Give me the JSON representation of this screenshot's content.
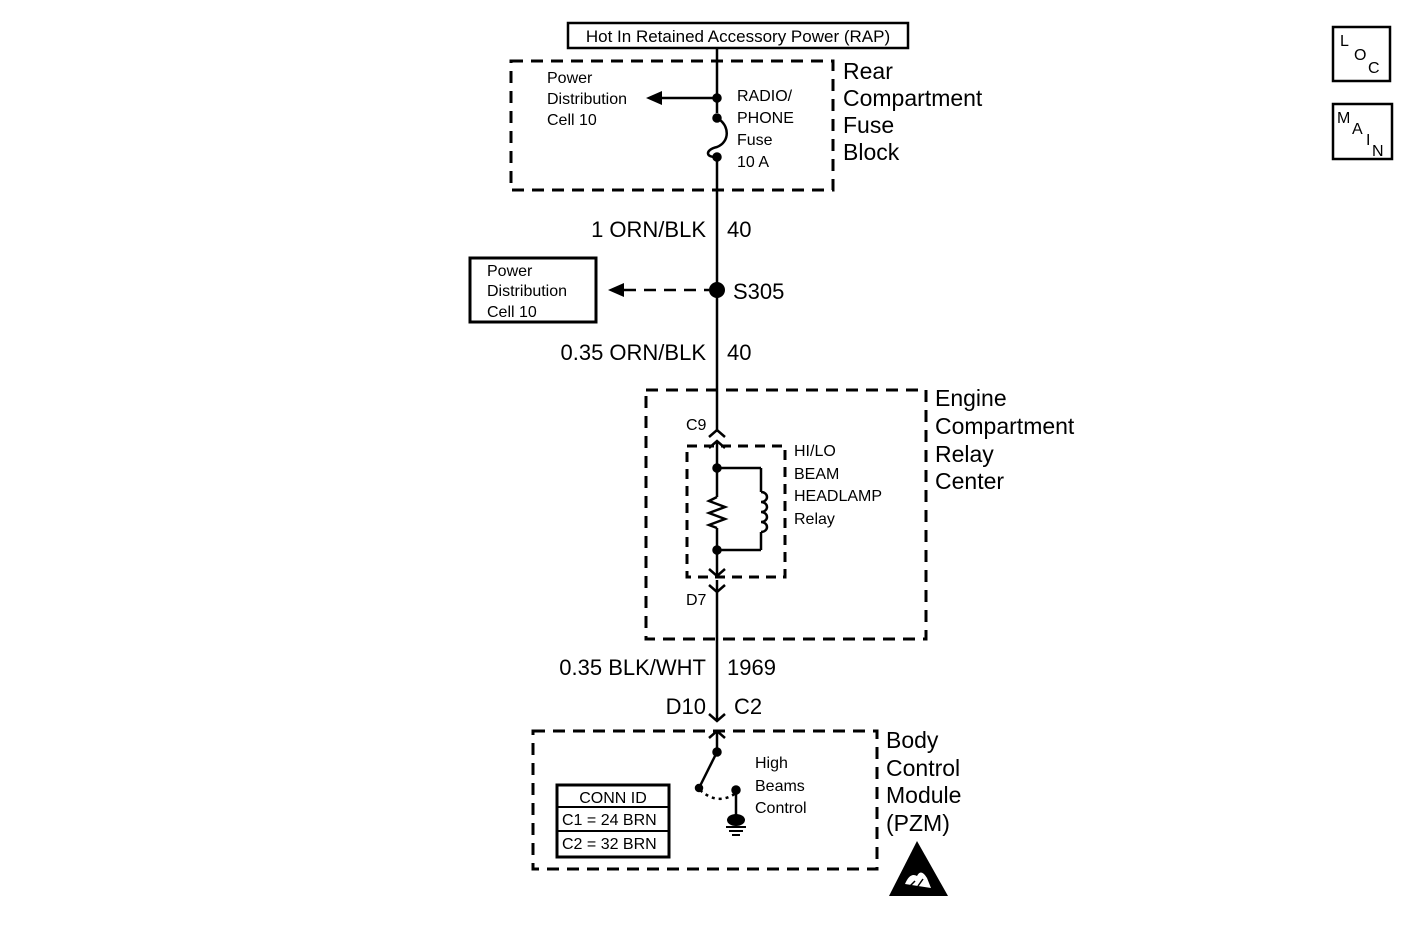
{
  "header": {
    "title": "Hot In Retained Accessory Power (RAP)"
  },
  "nav_buttons": {
    "loc": {
      "letters": [
        "L",
        "O",
        "C"
      ]
    },
    "main": {
      "letters": [
        "M",
        "A",
        "I",
        "N"
      ]
    }
  },
  "rear_fuse_block": {
    "name_lines": [
      "Rear",
      "Compartment",
      "Fuse",
      "Block"
    ],
    "power_dist_lines": [
      "Power",
      "Distribution",
      "Cell 10"
    ],
    "fuse_lines": [
      "RADIO/",
      "PHONE",
      "Fuse",
      "10 A"
    ]
  },
  "wire1": {
    "label": "1 ORN/BLK",
    "circuit": "40"
  },
  "splice": {
    "id": "S305",
    "ref_lines": [
      "Power",
      "Distribution",
      "Cell 10"
    ]
  },
  "wire2": {
    "label": "0.35 ORN/BLK",
    "circuit": "40"
  },
  "relay_center": {
    "name_lines": [
      "Engine",
      "Compartment",
      "Relay",
      "Center"
    ],
    "top_pin": "C9",
    "bottom_pin": "D7",
    "relay_lines": [
      "HI/LO",
      "BEAM",
      "HEADLAMP",
      "Relay"
    ]
  },
  "wire3": {
    "label": "0.35 BLK/WHT",
    "circuit": "1969"
  },
  "bcm_connector": {
    "pin": "D10",
    "connector": "C2"
  },
  "bcm": {
    "name_lines": [
      "Body",
      "Control",
      "Module",
      "(PZM)"
    ],
    "switch_lines": [
      "High",
      "Beams",
      "Control"
    ],
    "conn_id": {
      "title": "CONN ID",
      "rows": [
        "C1 = 24 BRN",
        "C2 = 32 BRN"
      ]
    }
  }
}
